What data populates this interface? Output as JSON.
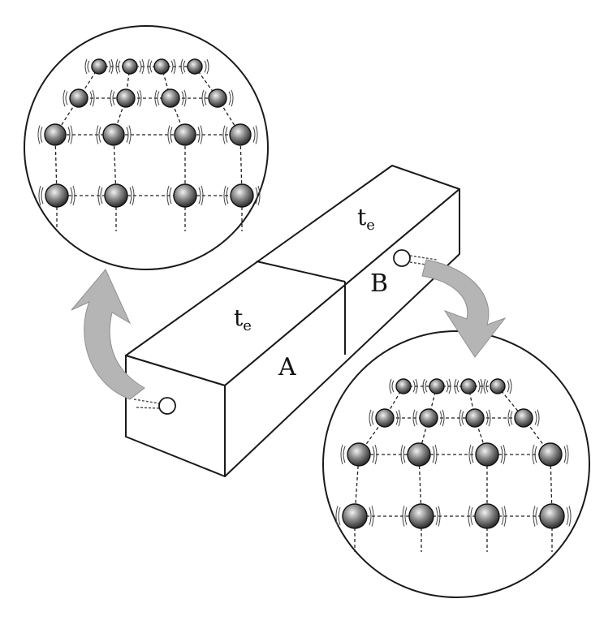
{
  "labels": {
    "region_a": "A",
    "region_b": "B",
    "temp_symbol": "t",
    "temp_subscript": "e"
  },
  "colors": {
    "line": "#1a1a1a",
    "arrow_fill": "#b5b5b5",
    "atom_dark": "#2b2b2b",
    "atom_light": "#e8e8e8"
  }
}
